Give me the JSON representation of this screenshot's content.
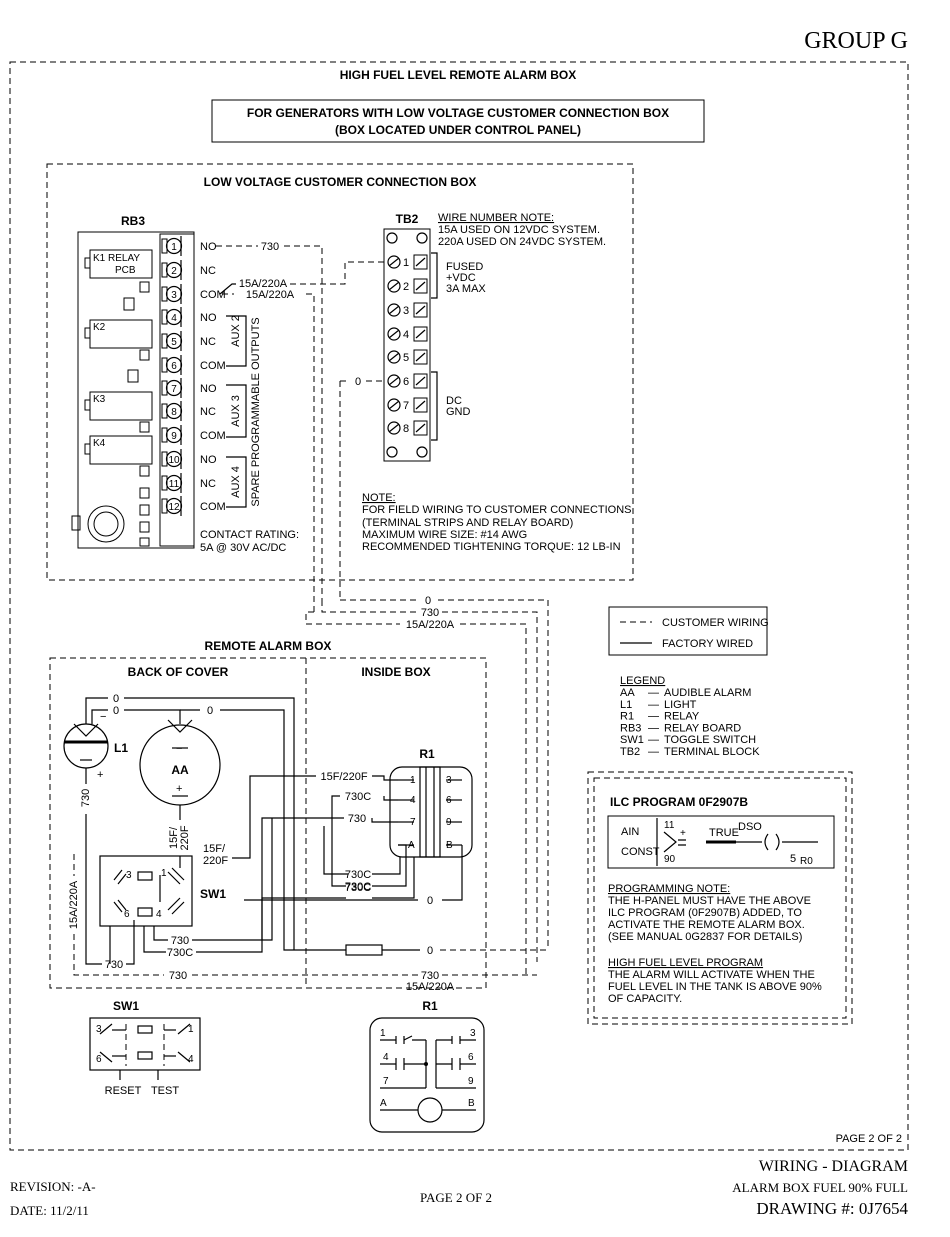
{
  "header": {
    "group": "GROUP G"
  },
  "main_title": "HIGH FUEL LEVEL REMOTE ALARM BOX",
  "subtitle": {
    "line1": "FOR GENERATORS WITH LOW VOLTAGE CUSTOMER CONNECTION BOX",
    "line2": "(BOX LOCATED UNDER CONTROL PANEL)"
  },
  "lvccb": {
    "title": "LOW VOLTAGE CUSTOMER CONNECTION BOX",
    "rb3": "RB3",
    "tb2": "TB2",
    "k1": "K1 RELAY",
    "k1b": "PCB",
    "k2": "K2",
    "k3": "K3",
    "k4": "K4",
    "terminals": [
      "1",
      "2",
      "3",
      "4",
      "5",
      "6",
      "7",
      "8",
      "9",
      "10",
      "11",
      "12"
    ],
    "terminal_labels": [
      "NO",
      "NC",
      "COM",
      "NO",
      "NC",
      "COM",
      "NO",
      "NC",
      "COM",
      "NO",
      "NC",
      "COM"
    ],
    "aux2": "AUX 2",
    "aux3": "AUX 3",
    "aux4": "AUX 4",
    "spare": "SPARE PROGRAMMABLE OUTPUTS",
    "contact1": "CONTACT RATING:",
    "contact2": "5A @ 30V AC/DC",
    "w730": "730",
    "w15a1": "15A/220A",
    "w15a2": "15A/220A",
    "w0": "0",
    "tb_numbers": [
      "1",
      "2",
      "3",
      "4",
      "5",
      "6",
      "7",
      "8"
    ],
    "fused1": "FUSED",
    "fused2": "+VDC",
    "fused3": "3A MAX",
    "dc1": "DC",
    "dc2": "GND",
    "wire_note": [
      "WIRE NUMBER NOTE:",
      "15A USED ON 12VDC SYSTEM.",
      "220A USED ON 24VDC SYSTEM."
    ],
    "note": [
      "NOTE:",
      "FOR FIELD WIRING TO CUSTOMER CONNECTIONS",
      "(TERMINAL STRIPS AND RELAY BOARD)",
      "MAXIMUM WIRE SIZE: #14 AWG",
      "RECOMMENDED TIGHTENING TORQUE: 12 LB-IN"
    ]
  },
  "interconnect": {
    "w0": "0",
    "w730": "730",
    "w15a": "15A/220A"
  },
  "wiring_legend": {
    "customer": "CUSTOMER WIRING",
    "factory": "FACTORY WIRED"
  },
  "legend": {
    "title": "LEGEND",
    "items": [
      {
        "code": "AA",
        "desc": "AUDIBLE ALARM"
      },
      {
        "code": "L1",
        "desc": "LIGHT"
      },
      {
        "code": "R1",
        "desc": "RELAY"
      },
      {
        "code": "RB3",
        "desc": "RELAY BOARD"
      },
      {
        "code": "SW1",
        "desc": "TOGGLE SWITCH"
      },
      {
        "code": "TB2",
        "desc": "TERMINAL BLOCK"
      }
    ]
  },
  "remote": {
    "title": "REMOTE ALARM BOX",
    "back": "BACK OF COVER",
    "inside": "INSIDE BOX",
    "l1": "L1",
    "aa": "AA",
    "sw1": "SW1",
    "r1": "R1",
    "w0a": "0",
    "w0b": "0",
    "w0c": "0",
    "w0d": "0",
    "w0e": "0",
    "w730_l1": "730",
    "w15a_v": "15A/220A",
    "w15f_a": "15F/",
    "w15f_b": "220F",
    "w15f220f_r": "15F/220F",
    "w15f_c": "15F/",
    "w220f_c": "220F",
    "w730c_1": "730C",
    "w730_2": "730",
    "w730c_3": "730C",
    "w730c_4": "730C",
    "w730_5": "730",
    "w730c_6": "730C",
    "w730_7": "730",
    "w730_8": "730",
    "w730_9": "730",
    "w15a_b": "15A/220A",
    "sw_terms": [
      "3",
      "1",
      "6",
      "4"
    ],
    "r1_terms": [
      "1",
      "3",
      "4",
      "6",
      "7",
      "9",
      "A",
      "B"
    ]
  },
  "ilc": {
    "title": "ILC PROGRAM 0F2907B",
    "ain": "AIN",
    "const": "CONST",
    "n11": "11",
    "n90": "90",
    "true_lbl": "TRUE",
    "dso": "DSO",
    "n5": "5",
    "r0": "R0",
    "prog_note": [
      "PROGRAMMING NOTE:",
      "THE H-PANEL MUST HAVE THE ABOVE",
      "ILC PROGRAM (0F2907B) ADDED, TO",
      "ACTIVATE THE REMOTE ALARM BOX.",
      "(SEE MANUAL 0G2837 FOR DETAILS)"
    ],
    "hf_note": [
      "HIGH FUEL LEVEL PROGRAM",
      "THE ALARM WILL ACTIVATE WHEN THE",
      "FUEL LEVEL IN THE TANK IS ABOVE 90%",
      "OF CAPACITY."
    ]
  },
  "bottom": {
    "sw1": "SW1",
    "reset": "RESET",
    "test": "TEST",
    "r1": "R1",
    "sw_terms": [
      "3",
      "1",
      "6",
      "4"
    ],
    "r1_terms": [
      "1",
      "3",
      "4",
      "6",
      "7",
      "9",
      "A",
      "B"
    ]
  },
  "page_inner": "PAGE 2 OF 2",
  "footer": {
    "revision": "REVISION: -A-",
    "date": "DATE: 11/2/11",
    "page": "PAGE 2 OF 2",
    "wiring": "WIRING - DIAGRAM",
    "alarm": "ALARM BOX FUEL 90% FULL",
    "drawing": "DRAWING #: 0J7654"
  }
}
